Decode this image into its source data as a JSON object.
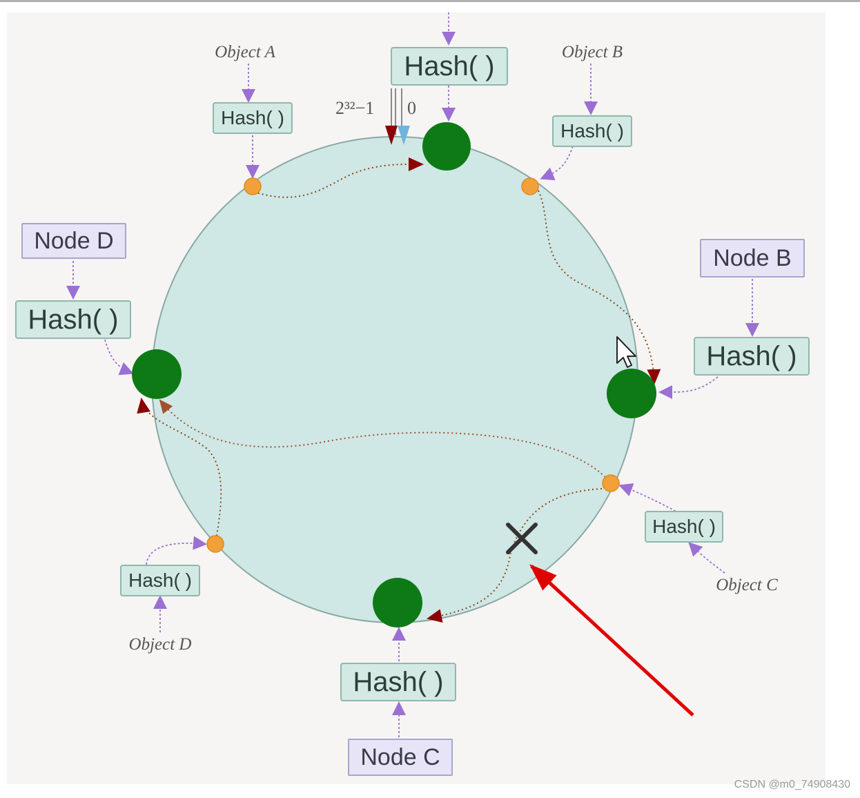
{
  "diagram": {
    "ring_label_max": "2³²−1",
    "ring_label_zero": "0",
    "hash_label": "Hash( )",
    "nodes": {
      "b": "Node B",
      "c": "Node C",
      "d": "Node D"
    },
    "objects": {
      "a": "Object A",
      "b": "Object B",
      "c": "Object C",
      "d": "Object D"
    }
  },
  "colors": {
    "ring_fill": "#cfe7e5",
    "node_dot": "#0d7a16",
    "object_dot": "#f2a038",
    "arrow_purple": "#9b6fd3",
    "path_dark_red": "#8b0000",
    "annotation_red": "#e00000"
  },
  "watermark": "CSDN @m0_74908430"
}
